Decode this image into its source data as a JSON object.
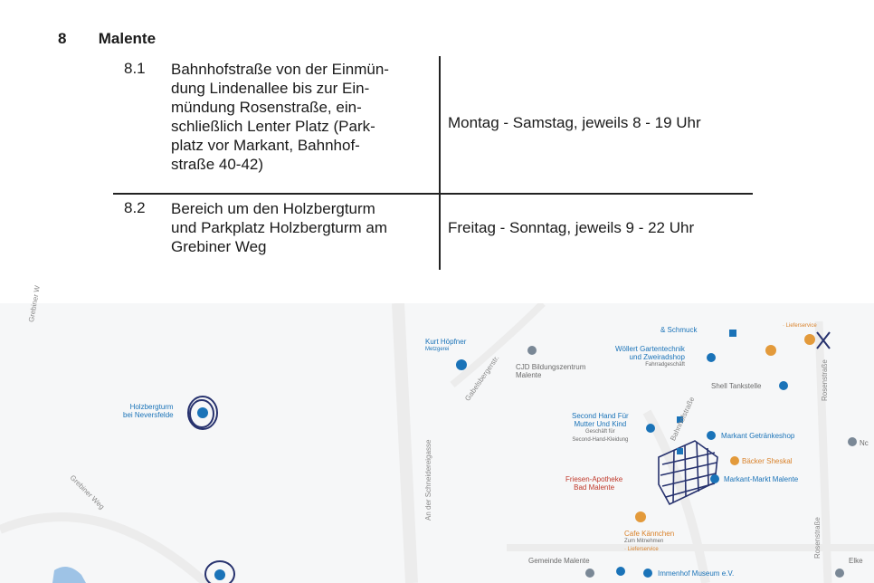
{
  "section": {
    "number": "8",
    "title": "Malente"
  },
  "rules": [
    {
      "id": "8.1",
      "area_lines": [
        "Bahnhofstraße von der Einmün-",
        "dung Lindenallee bis zur Ein-",
        "mündung Rosenstraße, ein-",
        "schließlich Lenter Platz (Park-",
        "platz vor Markant, Bahnhof-",
        "straße 40-42)"
      ],
      "time": "Montag - Samstag, jeweils 8 - 19 Uhr"
    },
    {
      "id": "8.2",
      "area_lines": [
        "Bereich um den Holzbergturm",
        "und Parkplatz Holzbergturm am",
        "Grebiner Weg"
      ],
      "time": "Freitag - Sonntag, jeweils 9 - 22 Uhr"
    }
  ],
  "map": {
    "roads": {
      "grebiner_w": "Grebiner W",
      "grebiner_weg": "Grebiner Weg",
      "gabelsberger": "Gabelsbergerstr.",
      "bahnhofstr": "Bahnhofstraße",
      "rosenstr": "Rosenstraße",
      "ad_schneider": "An der Schneidereigasse",
      "robertstr": "Rosenstraße"
    },
    "pois": {
      "holzbergturm": [
        "Holzbergturm",
        "bei Neversfelde"
      ],
      "kurt_hopfner": [
        "Kurt Höpfner"
      ],
      "kurt_hopfner_sub": "Metzgerei",
      "cjd": [
        "CJD Bildungszentrum",
        "Malente"
      ],
      "schmuck": "& Schmuck",
      "wollert": [
        "Wöllert Gartentechnik",
        "und Zweiradshop"
      ],
      "wollert_sub": "Fahrradgeschäft",
      "shell": "Shell Tankstelle",
      "second_hand": [
        "Second Hand Für",
        "Mutter Und Kind"
      ],
      "second_hand_sub": [
        "Geschäft für",
        "Second-Hand-Kleidung"
      ],
      "markant_getraenke": "Markant Getränkeshop",
      "baecker": "Bäcker Sheskal",
      "markant_markt": "Markant-Markt Malente",
      "friesen": [
        "Friesen-Apotheke",
        "Bad Malente"
      ],
      "cafe": [
        "Cafe Kännchen"
      ],
      "cafe_sub": [
        "Zum Mitnehmen",
        "· Lieferservice"
      ],
      "gemeinde": "Gemeinde Malente",
      "immenhof": "Immenhof Museum e.V.",
      "elke": "Elke",
      "lieferservice": "· Lieferservice",
      "nc": "Nc"
    },
    "colors": {
      "poi_blue": "#1a73b8",
      "poi_grey": "#7a8896",
      "poi_orange": "#e39a3b",
      "poi_red": "#c0392b",
      "hand_ink": "#27326e",
      "water": "#9ec3e6",
      "road": "#e6e6e6"
    },
    "icons": [
      "map-pin-icon",
      "shopping-bag-icon",
      "cup-icon",
      "fork-knife-icon",
      "fuel-icon"
    ]
  }
}
